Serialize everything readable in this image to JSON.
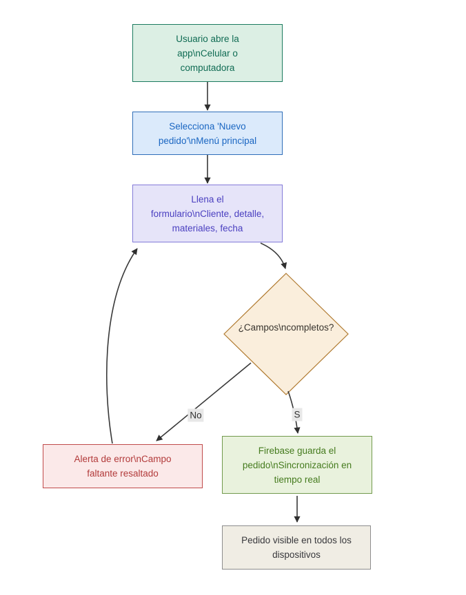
{
  "diagram": {
    "type": "flowchart",
    "direction": "top-down",
    "nodes": [
      {
        "id": "A",
        "shape": "rectangle",
        "label": "Usuario abre la app\\nCelular o computadora",
        "lines": [
          "Usuario abre la",
          "app\\nCelular o",
          "computadora"
        ],
        "fill": "#dcefe4",
        "border": "#1a7a5e",
        "text_color": "#0f6b53"
      },
      {
        "id": "B",
        "shape": "rectangle",
        "label": "Selecciona 'Nuevo pedido'\\nMenú principal",
        "lines": [
          "Selecciona 'Nuevo",
          "pedido'\\nMenú principal"
        ],
        "fill": "#dbeafb",
        "border": "#2e6db8",
        "text_color": "#1a66c2"
      },
      {
        "id": "C",
        "shape": "rectangle",
        "label": "Llena el formulario\\nCliente, detalle, materiales, fecha",
        "lines": [
          "Llena el",
          "formulario\\nCliente, detalle,",
          "materiales, fecha"
        ],
        "fill": "#e6e4f9",
        "border": "#837ad8",
        "text_color": "#4a3fc0"
      },
      {
        "id": "D",
        "shape": "diamond",
        "label": "¿Campos\\ncompletos?",
        "lines": [
          "¿Campos\\ncompletos?"
        ],
        "fill": "#faeedc",
        "border": "#b07a30",
        "text_color": "#38342e"
      },
      {
        "id": "E",
        "shape": "rectangle",
        "label": "Alerta de error\\nCampo faltante resaltado",
        "lines": [
          "Alerta de error\\nCampo",
          "faltante resaltado"
        ],
        "fill": "#fbe9e9",
        "border": "#c04949",
        "text_color": "#b23a3a"
      },
      {
        "id": "F",
        "shape": "rectangle",
        "label": "Firebase guarda el pedido\\nSincronización en tiempo real",
        "lines": [
          "Firebase guarda el",
          "pedido\\nSincronización en",
          "tiempo real"
        ],
        "fill": "#e9f2dd",
        "border": "#71994c",
        "text_color": "#457b1e"
      },
      {
        "id": "G",
        "shape": "rectangle",
        "label": "Pedido visible en todos los dispositivos",
        "lines": [
          "Pedido visible en todos los",
          "dispositivos"
        ],
        "fill": "#f0ede4",
        "border": "#8c8c8c",
        "text_color": "#38383c"
      }
    ],
    "edges": [
      {
        "from": "A",
        "to": "B",
        "label": ""
      },
      {
        "from": "B",
        "to": "C",
        "label": ""
      },
      {
        "from": "C",
        "to": "D",
        "label": ""
      },
      {
        "from": "D",
        "to": "E",
        "label": "No"
      },
      {
        "from": "D",
        "to": "F",
        "label": "S"
      },
      {
        "from": "E",
        "to": "C",
        "label": ""
      },
      {
        "from": "F",
        "to": "G",
        "label": ""
      }
    ],
    "edge_labels": {
      "no": "No",
      "si": "S"
    },
    "colors": {
      "edge_stroke": "#383838",
      "edge_label_background": "#e8e8e8",
      "page_background": "#ffffff"
    }
  }
}
